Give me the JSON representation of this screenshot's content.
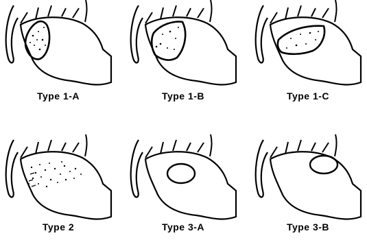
{
  "panels": [
    {
      "label": "Type 1-A"
    },
    {
      "label": "Type 1-B"
    },
    {
      "label": "Type 1-C"
    },
    {
      "label": "Type 2"
    },
    {
      "label": "Type 3-A"
    },
    {
      "label": "Type 3-B"
    }
  ],
  "colors": {
    "ink": "#000000",
    "background": "#ffffff"
  }
}
